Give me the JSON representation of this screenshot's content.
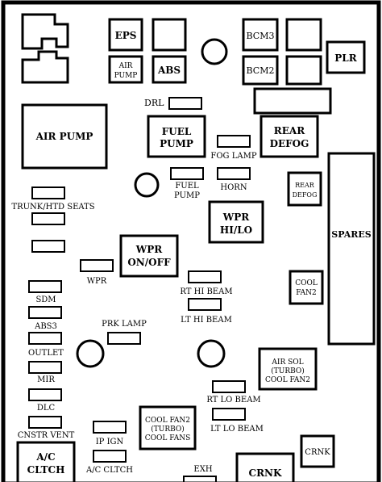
{
  "relays": {
    "eps": "EPS",
    "air_pump_small": [
      "AIR",
      "PUMP"
    ],
    "abs": "ABS",
    "bcm3": "BCM3",
    "bcm2": "BCM2",
    "plr": "PLR",
    "air_pump_large": "AIR PUMP",
    "fuel_pump": [
      "FUEL",
      "PUMP"
    ],
    "rear_defog": [
      "REAR",
      "DEFOG"
    ],
    "wpr_hi_lo": [
      "WPR",
      "HI/LO"
    ],
    "wpr_on_off": [
      "WPR",
      "ON/OFF"
    ],
    "spares": "SPARES",
    "crnk_large": "CRNK",
    "crnk_small": "CRNK",
    "ac_clutch_relay": [
      "A/C",
      "CLTCH"
    ],
    "rear_defog_small": [
      "REAR",
      "DEFOG"
    ],
    "cool_fan2_small": [
      "COOL",
      "FAN2"
    ],
    "air_sol": [
      "AIR SOL",
      "(TURBO)",
      "COOL FAN2"
    ],
    "cool_fan2_turbo": [
      "COOL FAN2",
      "(TURBO)",
      "COOL FANS"
    ]
  },
  "fuses": {
    "drl": "DRL",
    "fog_lamp": "FOG LAMP",
    "fuel_pump_fuse": [
      "FUEL",
      "PUMP"
    ],
    "horn": "HORN",
    "trunk_htd_seats": "TRUNK/HTD SEATS",
    "wpr": "WPR",
    "sdm": "SDM",
    "abs3": "ABS3",
    "outlet": "OUTLET",
    "mir": "MIR",
    "dlc": "DLC",
    "cnstr_vent": "CNSTR VENT",
    "rt_hi_beam": "RT HI BEAM",
    "lt_hi_beam": "LT HI BEAM",
    "prk_lamp": "PRK LAMP",
    "rt_lo_beam": "RT LO BEAM",
    "lt_lo_beam": "LT LO BEAM",
    "ip_ign": "IP IGN",
    "ac_cltch_fuse": "A/C CLTCH",
    "exh": "EXH"
  }
}
